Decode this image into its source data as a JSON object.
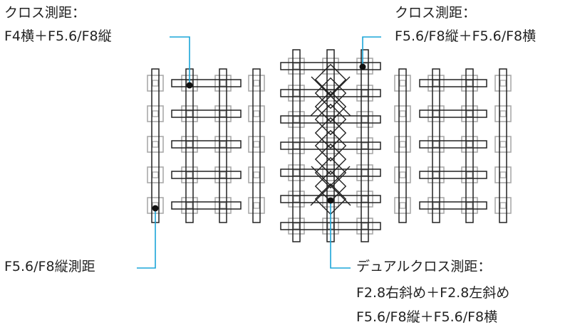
{
  "labels": {
    "top_left_1": "クロス測距：",
    "top_left_2": "F4横＋F5.6/F8縦",
    "top_right_1": "クロス測距：",
    "top_right_2": "F5.6/F8縦＋F5.6/F8横",
    "bottom_left": "F5.6/F8縦測距",
    "bottom_right_1": "デュアルクロス測距：",
    "bottom_right_2": "F2.8右斜め＋F2.8左斜め",
    "bottom_right_3": "F5.6/F8縦＋F5.6/F8横"
  },
  "colors": {
    "leader": "#1aa5d8",
    "sensor_stroke": "#222222",
    "point_gray": "#aaaaaa",
    "text": "#222222"
  }
}
